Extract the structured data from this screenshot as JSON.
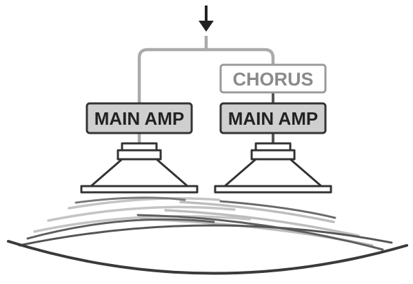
{
  "colors": {
    "dark": "#333333",
    "mid_gray": "#aaaaaa",
    "light_gray": "#c4c4c4",
    "box_fill": "#cfcfcf",
    "chorus_text": "#8a8a8a",
    "chorus_border": "#9a9a9a",
    "background": "#ffffff"
  },
  "signal_path": {
    "input_arrow_icon": "arrow-down-icon"
  },
  "channels": [
    {
      "main_amp_label": "MAIN AMP"
    },
    {
      "effect_label": "CHORUS",
      "main_amp_label": "MAIN AMP"
    }
  ],
  "sound_waves": {
    "dark_count": 6,
    "light_count": 6
  }
}
